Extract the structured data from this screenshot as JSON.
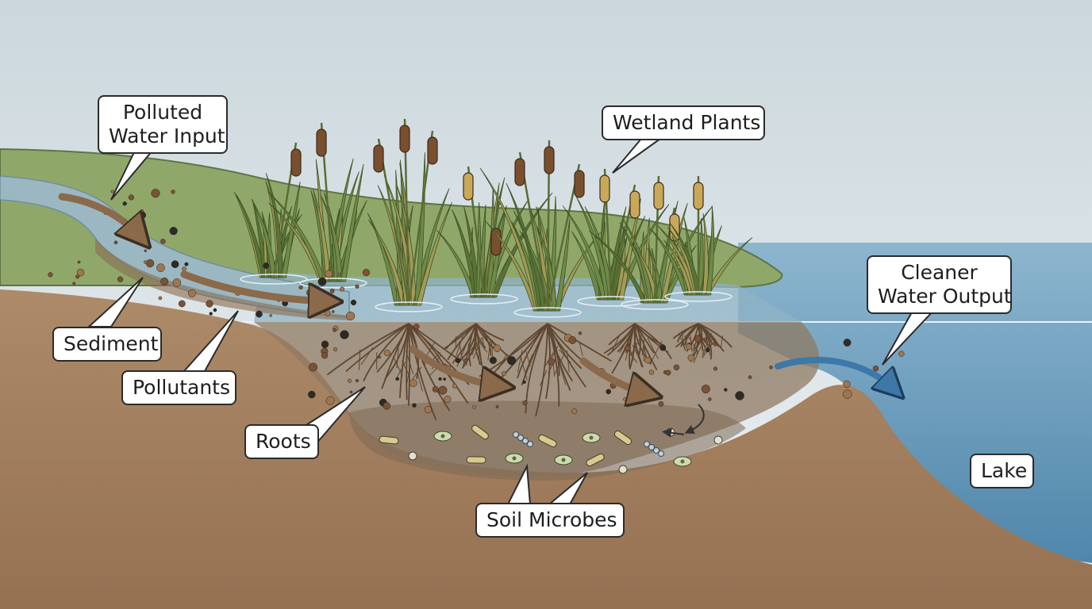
{
  "labels": {
    "polluted_water_input": [
      "Polluted",
      "Water Input"
    ],
    "wetland_plants": "Wetland Plants",
    "cleaner_water_output": [
      "Cleaner",
      "Water Output"
    ],
    "sediment": "Sediment",
    "pollutants": "Pollutants",
    "roots": "Roots",
    "soil_microbes": "Soil Microbes",
    "lake": "Lake"
  },
  "colors": {
    "sky": "#dfe7ea",
    "grass": "#8fa86a",
    "soil": "#a88564",
    "water": "#6f9fbd",
    "plant": "#6f8a48",
    "cattail": "#7a4f2e",
    "flow_arrow": "#8a6a4a",
    "clean_arrow": "#3d78a8"
  }
}
